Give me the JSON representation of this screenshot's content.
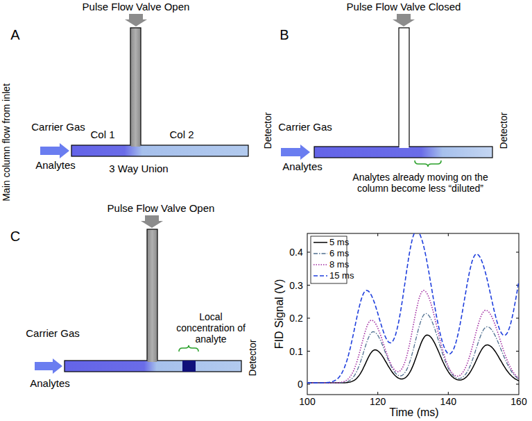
{
  "diagram": {
    "labels": [
      "A",
      "Pulse Flow Valve Open",
      "Carrier Gas",
      "Analytes",
      "Col 1",
      "Col 2",
      "3 Way Union",
      "Main column flow from inlet",
      "B",
      "Pulse Flow Valve Closed",
      "Detector",
      "Carrier Gas",
      "Analytes",
      "Detector",
      "Analytes already moving on the column become less “diluted”",
      "C",
      "Pulse Flow Valve Open",
      "Carrier Gas",
      "Analytes",
      "Local concentration of analyte",
      "Detector",
      "0.4",
      "0.3",
      "0.2",
      "0.1",
      "0",
      "100",
      "120",
      "140",
      "160",
      "FID Signal (V)",
      "Time (ms)"
    ],
    "legend": [
      {
        "text": "5 ms"
      },
      {
        "text": "6 ms"
      },
      {
        "text": "8 ms"
      },
      {
        "text": "15 ms"
      }
    ]
  }
}
